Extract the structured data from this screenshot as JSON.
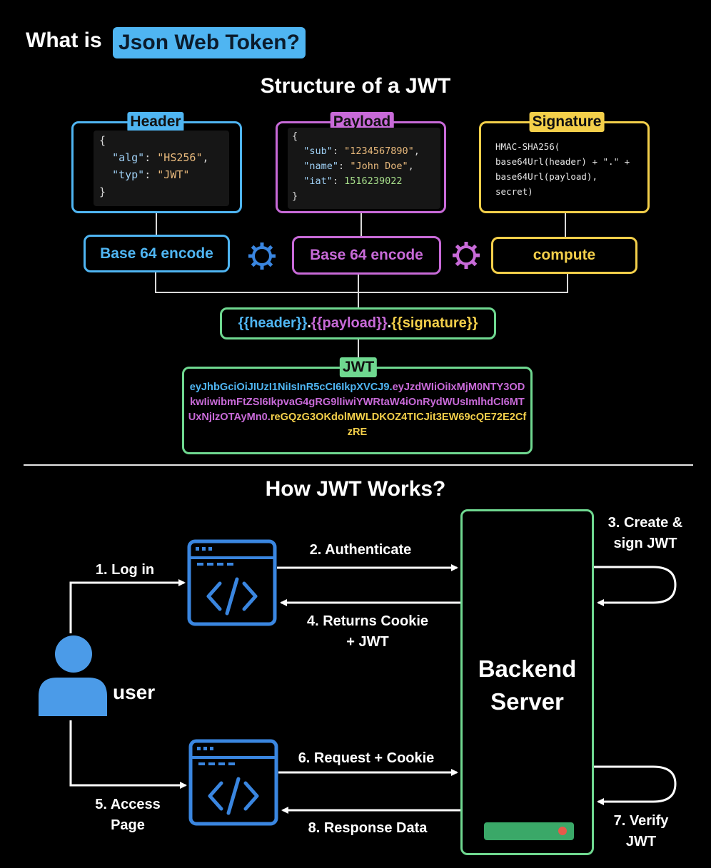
{
  "title": {
    "prefix": "What is",
    "highlight": "Json Web Token?"
  },
  "structure": {
    "heading": "Structure of a JWT",
    "header": {
      "tag": "Header",
      "lines": [
        "{",
        "  \"alg\": \"HS256\",",
        "  \"typ\": \"JWT\"",
        "}"
      ],
      "encode_label": "Base 64 encode"
    },
    "payload": {
      "tag": "Payload",
      "lines": [
        "{",
        "  \"sub\": \"1234567890\",",
        "  \"name\": \"John Doe\",",
        "  \"iat\": 1516239022",
        "}"
      ],
      "encode_label": "Base 64 encode"
    },
    "signature": {
      "tag": "Signature",
      "lines": [
        "HMAC-SHA256(",
        "base64Url(header) + \".\" +",
        "base64Url(payload),",
        "secret)"
      ],
      "compute_label": "compute"
    },
    "template": {
      "header_part": "{{header}}",
      "dot1": ".",
      "payload_part": "{{payload}}",
      "dot2": ".",
      "signature_part": "{{signature}}"
    },
    "jwt": {
      "tag": "JWT",
      "header_part": "eyJhbGciOiJIUzI1NiIsInR5cCI6IkpXVCJ9.",
      "payload_part": "eyJzdWIiOiIxMjM0NTY3ODkwIiwibmFtZSI6IkpvaG4gRG9lIiwiYWRtaW4iOnRydWUsImlhdCI6MTUxNjIzOTAyMn0.",
      "signature_part": "reGQzG3OKdolMWLDKOZ4TICJit3EW69cQE72E2CfzRE"
    }
  },
  "flow": {
    "heading": "How JWT Works?",
    "server_label_line1": "Backend",
    "server_label_line2": "Server",
    "user_label": "user",
    "step1": "1. Log in",
    "step2": "2. Authenticate",
    "step3_line1": "3. Create &",
    "step3_line2": "sign JWT",
    "step4_line1": "4. Returns Cookie",
    "step4_line2": "+ JWT",
    "step5_line1": "5. Access",
    "step5_line2": "Page",
    "step6": "6. Request + Cookie",
    "step7_line1": "7. Verify",
    "step7_line2": "JWT",
    "step8": "8. Response Data"
  },
  "colors": {
    "blue": "#4fb5f2",
    "purple": "#c86ad8",
    "yellow": "#f3cf4a",
    "green": "#6fd890",
    "icon_blue": "#3a86e0"
  }
}
